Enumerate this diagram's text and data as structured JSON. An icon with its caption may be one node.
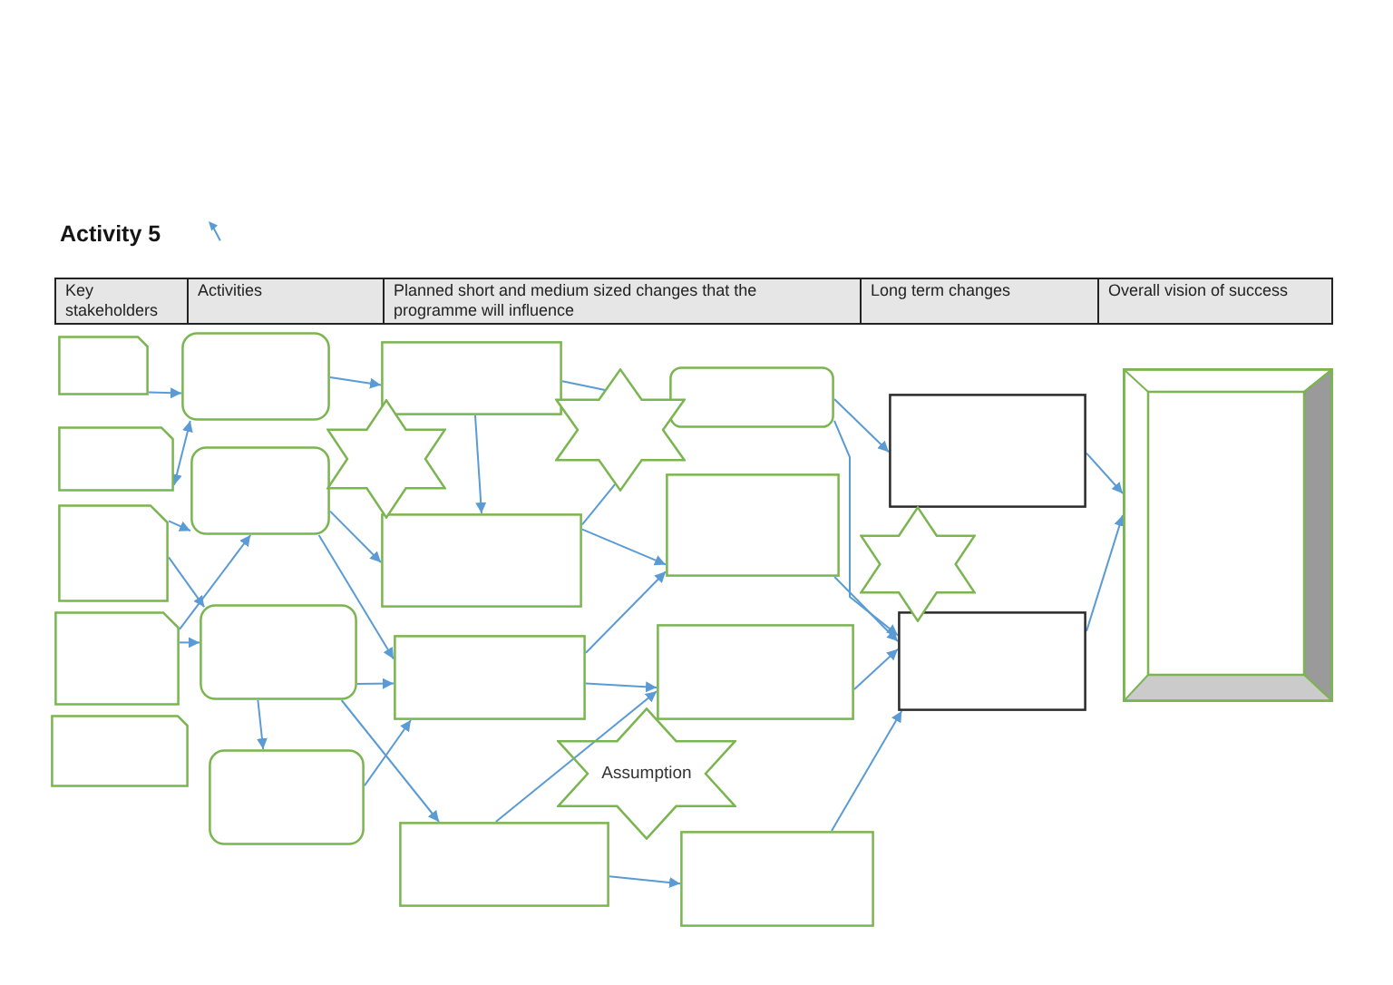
{
  "diagram": {
    "title": "Activity 5",
    "nodes": [
      {
        "text": [],
        "shape": "box"
      },
      {
        "text": [],
        "shape": "box"
      },
      {
        "text": [],
        "shape": "box"
      },
      {
        "text": [],
        "shape": "box"
      },
      {
        "text": [],
        "shape": "box"
      },
      {
        "text": [],
        "shape": "box"
      },
      {
        "text": [],
        "shape": "box"
      },
      {
        "text": [],
        "shape": "box"
      },
      {
        "text": [],
        "shape": "box"
      },
      {
        "text": [],
        "shape": "star"
      },
      {
        "text": [],
        "shape": "box"
      },
      {
        "text": [],
        "shape": "box"
      },
      {
        "text": [],
        "shape": "box"
      },
      {
        "text": [],
        "shape": "box"
      },
      {
        "text": [],
        "shape": "star"
      },
      {
        "text": [],
        "shape": "box"
      },
      {
        "text": [],
        "shape": "box"
      },
      {
        "text": [],
        "shape": "box"
      },
      {
        "text": [
          "Assumption"
        ]
      },
      {
        "text": [],
        "shape": "box"
      },
      {
        "text": [],
        "shape": "box"
      },
      {
        "text": [],
        "shape": "star"
      },
      {
        "text": [],
        "shape": "box"
      },
      {
        "text": [],
        "shape": "frame"
      }
    ],
    "edges": [
      {
        "from": 0,
        "to": 5,
        "arrow": "to"
      },
      {
        "from": 1,
        "to": 5,
        "arrow": "both"
      },
      {
        "from": 2,
        "to": 6,
        "arrow": "to"
      },
      {
        "from": 3,
        "to": 6,
        "arrow": "to"
      },
      {
        "from": 2,
        "to": 7,
        "arrow": "to"
      },
      {
        "from": 3,
        "to": 7,
        "arrow": "to"
      },
      {
        "from": 5,
        "to": 10,
        "arrow": "to"
      },
      {
        "from": 6,
        "to": 11,
        "arrow": "to"
      },
      {
        "from": 6,
        "to": 12,
        "arrow": "to"
      },
      {
        "from": 7,
        "to": 12,
        "arrow": "to"
      },
      {
        "from": 7,
        "to": 8,
        "arrow": "to"
      },
      {
        "from": 7,
        "to": 13,
        "arrow": "to"
      },
      {
        "from": 8,
        "to": 12,
        "arrow": "to"
      },
      {
        "from": 10,
        "to": 11,
        "arrow": "to"
      },
      {
        "from": 10,
        "to": 14,
        "arrow": "none"
      },
      {
        "from": 11,
        "to": 14,
        "arrow": "none"
      },
      {
        "from": 11,
        "to": 16,
        "arrow": "to"
      },
      {
        "from": 12,
        "to": 16,
        "arrow": "to"
      },
      {
        "from": 12,
        "to": 17,
        "arrow": "to"
      },
      {
        "from": 13,
        "to": 17,
        "arrow": "to"
      },
      {
        "from": 13,
        "to": 19,
        "arrow": "to"
      },
      {
        "from": 15,
        "to": 20,
        "arrow": "to"
      },
      {
        "from": 15,
        "to": 22,
        "arrow": "to"
      },
      {
        "from": 16,
        "to": 22,
        "arrow": "to"
      },
      {
        "from": 17,
        "to": 22,
        "arrow": "to"
      },
      {
        "from": 19,
        "to": 22,
        "arrow": "to"
      },
      {
        "from": 20,
        "to": 23,
        "arrow": "to"
      },
      {
        "from": 22,
        "to": 23,
        "arrow": "to"
      }
    ],
    "labels": [
      "Key stakeholders",
      "Activities",
      "Planned short and medium sized changes that the programme will influence",
      "Long term changes",
      "Overall vision of success"
    ]
  }
}
